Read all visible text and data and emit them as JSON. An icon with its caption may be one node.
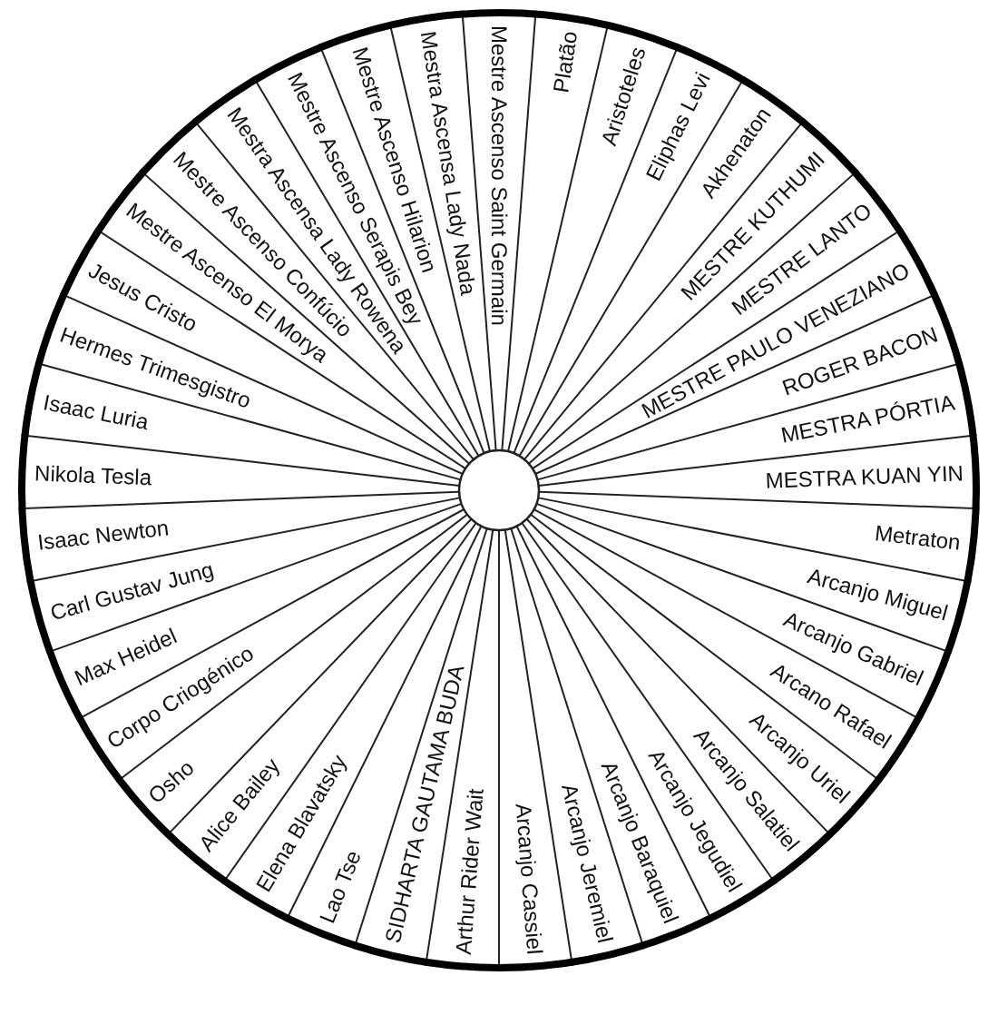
{
  "diagram": {
    "nodes": [
      {
        "text": [
          "Mestre Ascenso Saint Germain"
        ]
      },
      {
        "text": [
          "Platão"
        ]
      },
      {
        "text": [
          "Aristoteles"
        ]
      },
      {
        "text": [
          "Eliphas Levi"
        ]
      },
      {
        "text": [
          "Akhenaton"
        ]
      },
      {
        "text": [
          "MESTRE KUTHUMI"
        ]
      },
      {
        "text": [
          "MESTRE LANTO"
        ]
      },
      {
        "text": [
          "MESTRE PAULO VENEZIANO"
        ]
      },
      {
        "text": [
          "ROGER BACON"
        ]
      },
      {
        "text": [
          "MESTRA PÓRTIA"
        ]
      },
      {
        "text": [
          "MESTRA KUAN YIN"
        ]
      },
      {
        "text": [
          "Metraton"
        ]
      },
      {
        "text": [
          "Arcanjo Miguel"
        ]
      },
      {
        "text": [
          "Arcanjo Gabriel"
        ]
      },
      {
        "text": [
          "Arcano Rafael"
        ]
      },
      {
        "text": [
          "Arcanjo Uriel"
        ]
      },
      {
        "text": [
          "Arcanjo Salatiel"
        ]
      },
      {
        "text": [
          "Arcanjo Jegudiel"
        ]
      },
      {
        "text": [
          "Arcanjo Baraquiel"
        ]
      },
      {
        "text": [
          "Arcanjo Jeremiel"
        ]
      },
      {
        "text": [
          "Arcanjo Cassiel"
        ]
      },
      {
        "text": [
          "Arthur Rider Wait"
        ]
      },
      {
        "text": [
          "SIDHARTA GAUTAMA BUDA"
        ]
      },
      {
        "text": [
          "Lao Tse"
        ]
      },
      {
        "text": [
          "Elena Blavatsky"
        ]
      },
      {
        "text": [
          "Alice Bailey"
        ]
      },
      {
        "text": [
          "Osho"
        ]
      },
      {
        "text": [
          "Corpo Criogénico"
        ]
      },
      {
        "text": [
          "Max Heidel"
        ]
      },
      {
        "text": [
          "Carl Gustav Jung"
        ]
      },
      {
        "text": [
          "Isaac Newton"
        ]
      },
      {
        "text": [
          "Nikola Tesla"
        ]
      },
      {
        "text": [
          "Isaac Luria"
        ]
      },
      {
        "text": [
          "Hermes Trimesgistro"
        ]
      },
      {
        "text": [
          "Jesus Cristo"
        ]
      },
      {
        "text": [
          "Mestre Ascenso El Morya"
        ]
      },
      {
        "text": [
          "Mestre Ascenso Confúcio"
        ]
      },
      {
        "text": [
          "Mestra Ascensa Lady Rowena"
        ]
      },
      {
        "text": [
          "Mestre Ascenso Serapis Bey"
        ]
      },
      {
        "text": [
          "Mestre Ascenso Hilarion"
        ]
      },
      {
        "text": [
          "Mestra Ascensa Lady Nada"
        ]
      }
    ]
  }
}
